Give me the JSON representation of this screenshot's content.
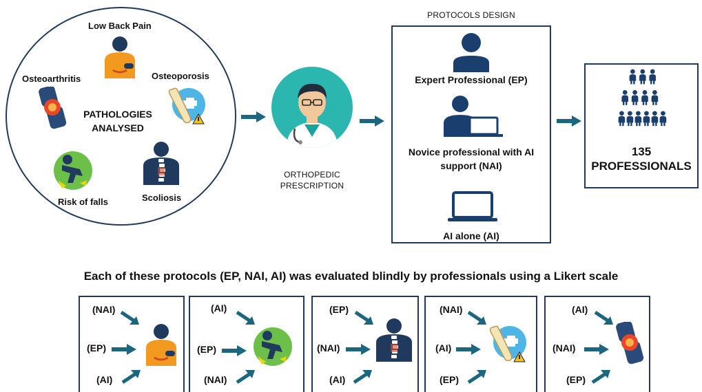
{
  "pathologies": {
    "center_title_line1": "PATHOLOGIES",
    "center_title_line2": "ANALYSED",
    "items": [
      "Low Back Pain",
      "Osteoarthritis",
      "Osteoporosis",
      "Risk of falls",
      "Scoliosis"
    ]
  },
  "prescription": {
    "line1": "ORTHOPEDIC",
    "line2": "PRESCRIPTION"
  },
  "protocols": {
    "title": "PROTOCOLS DESIGN",
    "expert": "Expert Professional (EP)",
    "nai_line1": "Novice professional with AI",
    "nai_line2": "support (NAI)",
    "ai": "AI alone (AI)"
  },
  "professionals": {
    "count": "135",
    "label": "PROFESSIONALS"
  },
  "evaluation_text": "Each of these protocols (EP, NAI, AI) was evaluated blindly by professionals using a Likert scale",
  "evaluation_boxes": [
    {
      "pathology_icon": "back-pain-icon",
      "tags": [
        "(NAI)",
        "(EP)",
        "(AI)"
      ]
    },
    {
      "pathology_icon": "falling-person-icon",
      "tags": [
        "(AI)",
        "(EP)",
        "(NAI)"
      ]
    },
    {
      "pathology_icon": "spine-icon",
      "tags": [
        "(EP)",
        "(NAI)",
        "(AI)"
      ]
    },
    {
      "pathology_icon": "bone-icon",
      "tags": [
        "(NAI)",
        "(AI)",
        "(EP)"
      ]
    },
    {
      "pathology_icon": "knee-joint-icon",
      "tags": [
        "(AI)",
        "(NAI)",
        "(EP)"
      ]
    }
  ],
  "colors": {
    "arrow": "#1c6680",
    "border": "#1f3a5c",
    "person": "#1a3f6e",
    "teal": "#2bb7b0",
    "orange": "#f29a1f"
  }
}
